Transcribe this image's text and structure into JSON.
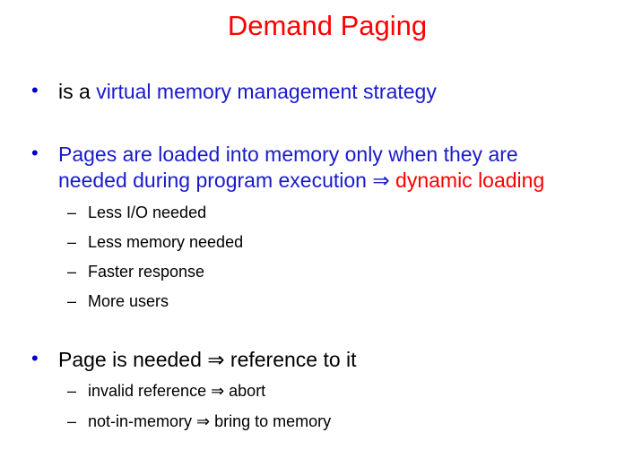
{
  "title": "Demand Paging",
  "bullets": [
    {
      "marker": "•",
      "parts": [
        " is a ",
        "virtual memory management strategy"
      ]
    },
    {
      "marker": "•",
      "line1": "Pages are loaded into memory only when they are",
      "line2_a": "needed during program execution ",
      "line2_arrow": "⇒",
      "line2_b": " dynamic loading",
      "sub": [
        {
          "marker": "–",
          "text": "Less I/O needed"
        },
        {
          "marker": "–",
          "text": "Less memory needed"
        },
        {
          "marker": "–",
          "text": "Faster response"
        },
        {
          "marker": "–",
          "text": "More users"
        }
      ]
    },
    {
      "marker": "•",
      "text": "Page is needed ⇒ reference to it",
      "sub": [
        {
          "marker": "–",
          "text": "invalid reference ⇒ abort"
        },
        {
          "marker": "–",
          "text": "not-in-memory ⇒ bring to memory"
        }
      ]
    }
  ],
  "colors": {
    "title": "#ff0000",
    "blue_text": "#1a1acc",
    "red_text": "#ff0000",
    "bullet": "#0000cc"
  }
}
